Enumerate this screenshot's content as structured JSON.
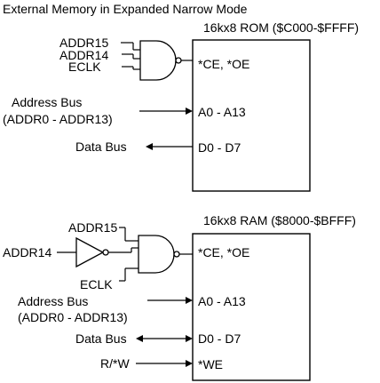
{
  "title": "External Memory in Expanded Narrow Mode",
  "rom": {
    "header": "16kx8 ROM ($C000-$FFFF)",
    "pins": {
      "ce_oe": "*CE, *OE",
      "address": "A0 - A13",
      "data": "D0 - D7"
    },
    "inputs": {
      "addr15": "ADDR15",
      "addr14": "ADDR14",
      "eclk": "ECLK",
      "address_bus": "Address Bus",
      "address_bus_range": "(ADDR0 - ADDR13)",
      "data_bus": "Data Bus"
    }
  },
  "ram": {
    "header": "16kx8 RAM ($8000-$BFFF)",
    "pins": {
      "ce_oe": "*CE, *OE",
      "address": "A0 - A13",
      "data": "D0 - D7",
      "we": "*WE"
    },
    "inputs": {
      "addr15": "ADDR15",
      "addr14": "ADDR14",
      "eclk": "ECLK",
      "address_bus": "Address Bus",
      "address_bus_range": "(ADDR0 - ADDR13)",
      "data_bus": "Data Bus",
      "rw": "R/*W"
    }
  }
}
